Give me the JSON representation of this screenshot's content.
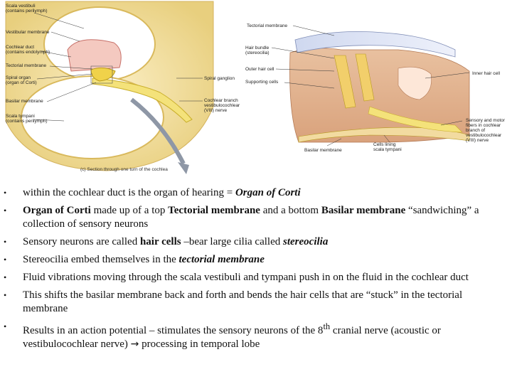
{
  "figure": {
    "left_labels": [
      [
        "Scala vestibuli",
        "(contains perilymph)"
      ],
      [
        "Vestibular membrane"
      ],
      [
        "Cochlear duct",
        "(contains endolymph)"
      ],
      [
        "Tectorial membrane"
      ],
      [
        "Spiral organ",
        "(organ of Corti)"
      ],
      [
        "Basilar membrane"
      ],
      [
        "Scala tympani",
        "(contains perilymph)"
      ]
    ],
    "spiral_ganglion": "Spiral ganglion",
    "cochlear_branch": [
      "Cochlear branch",
      "vestibulocochlear",
      "(VIII) nerve"
    ],
    "caption": "(c) Section through one turn of the cochlea",
    "right_labels": {
      "tectorial_membrane": "Tectorial membrane",
      "hair_bundle": [
        "Hair bundle",
        "(stereocilia)"
      ],
      "outer_hair_cell": "Outer hair cell",
      "supporting_cells": "Supporting cells",
      "inner_hair_cell": "Inner hair cell",
      "sensory_motor": [
        "Sensory and motor",
        "fibers in cochlear",
        "branch of",
        "vestibulocochlear",
        "(VIII) nerve"
      ],
      "basilar_membrane": "Basilar membrane",
      "cells_lining": [
        "Cells lining",
        "scala tympani"
      ]
    }
  },
  "bullets": [
    {
      "segments": [
        {
          "t": "within the cochlear duct is the organ of hearing = ",
          "s": "n"
        },
        {
          "t": "Organ of Corti",
          "s": "bi"
        }
      ]
    },
    {
      "segments": [
        {
          "t": "Organ of Corti",
          "s": "b"
        },
        {
          "t": " made up of a top ",
          "s": "n"
        },
        {
          "t": "Tectorial membrane",
          "s": "b"
        },
        {
          "t": " and a bottom ",
          "s": "n"
        },
        {
          "t": "Basilar membrane",
          "s": "b"
        },
        {
          "t": " “sandwiching” a collection of sensory neurons",
          "s": "n"
        }
      ]
    },
    {
      "segments": [
        {
          "t": "Sensory neurons are called ",
          "s": "n"
        },
        {
          "t": "hair cells",
          "s": "b"
        },
        {
          "t": " –bear large cilia called ",
          "s": "n"
        },
        {
          "t": "stereocilia",
          "s": "bi"
        }
      ]
    },
    {
      "segments": [
        {
          "t": "Stereocilia embed themselves in the ",
          "s": "n"
        },
        {
          "t": "tectorial membrane",
          "s": "bi"
        }
      ]
    },
    {
      "segments": [
        {
          "t": "Fluid vibrations moving through the scala vestibuli and tympani push in on the fluid in the cochlear duct",
          "s": "n"
        }
      ]
    },
    {
      "segments": [
        {
          "t": "This shifts the basilar membrane back and forth and bends the hair cells that are “stuck” in the tectorial membrane",
          "s": "n"
        }
      ]
    },
    {
      "segments": [
        {
          "t": "Results in an action potential – stimulates the sensory neurons of the 8",
          "s": "n"
        },
        {
          "t": "th",
          "s": "sup"
        },
        {
          "t": " cranial nerve (acoustic or vestibulocochlear nerve) ",
          "s": "n"
        },
        {
          "t": "→",
          "s": "arrow"
        },
        {
          "t": " processing in temporal lobe",
          "s": "n"
        }
      ]
    }
  ]
}
